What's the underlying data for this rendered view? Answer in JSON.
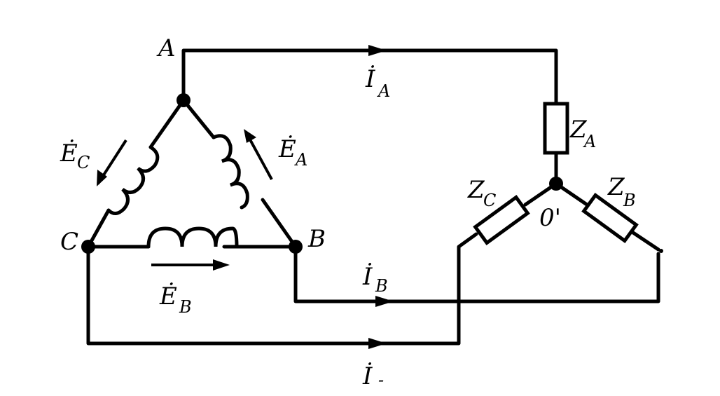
{
  "diagram": {
    "nodes": {
      "a": "A",
      "b": "B",
      "c": "C",
      "o": "0'"
    },
    "emf": {
      "a": {
        "main": "Ė",
        "sub": "A"
      },
      "b": {
        "main": "Ė",
        "sub": "B"
      },
      "c": {
        "main": "Ė",
        "sub": "C"
      }
    },
    "currents": {
      "a": {
        "main": "İ",
        "sub": "A"
      },
      "b": {
        "main": "İ",
        "sub": "B"
      },
      "c": {
        "main": "İ",
        "sub": "-"
      }
    },
    "impedances": {
      "a": {
        "main": "Z",
        "sub": "A"
      },
      "b": {
        "main": "Z",
        "sub": "B"
      },
      "c": {
        "main": "Z",
        "sub": "C"
      }
    }
  }
}
